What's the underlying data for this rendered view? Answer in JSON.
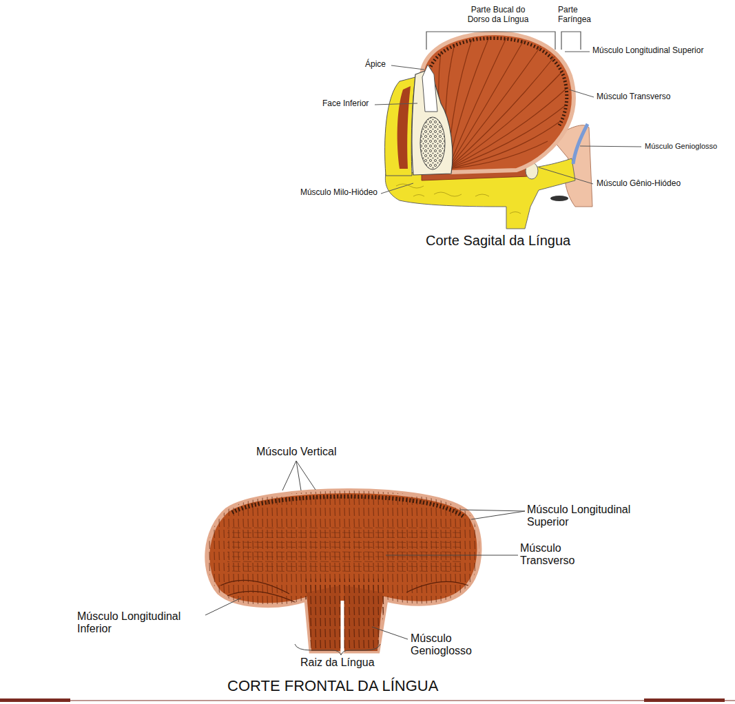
{
  "diagram": {
    "labels": [
      "Parte Bucal do Dorso da Língua",
      "Parte Faríngea",
      "Músculo Longitudinal Superior",
      "Ápice",
      "Face Inferior",
      "Músculo Transverso",
      "Músculo Genioglosso",
      "Músculo Gênio-Hiódeo",
      "Músculo Milo-Hiódeo",
      "Corte Sagital da Língua",
      "Músculo Vertical",
      "Músculo Longitudinal Superior",
      "Músculo Transverso",
      "Músculo Longitudinal Inferior",
      "Músculo Genioglosso",
      "Raiz da Língua",
      "CORTE FRONTAL DA LÍNGUA"
    ]
  }
}
